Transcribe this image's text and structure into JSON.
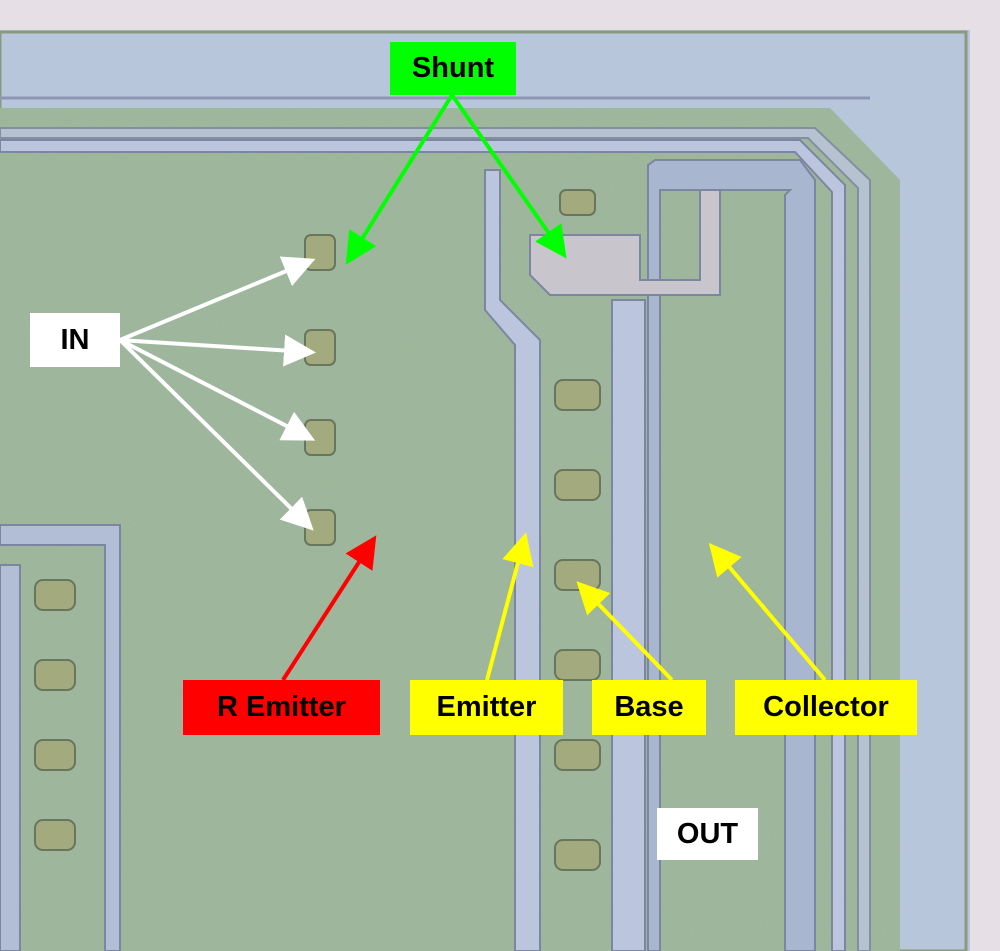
{
  "labels": {
    "shunt": "Shunt",
    "in": "IN",
    "r_emitter": "R Emitter",
    "emitter": "Emitter",
    "base": "Base",
    "collector": "Collector",
    "out": "OUT"
  },
  "colors": {
    "shunt": "#00ff00",
    "r_emitter": "#ff0000",
    "transistor_terminals": "#ffff00",
    "io": "#ffffff",
    "die": "#9db79a",
    "metal": "#b9c3dc"
  }
}
